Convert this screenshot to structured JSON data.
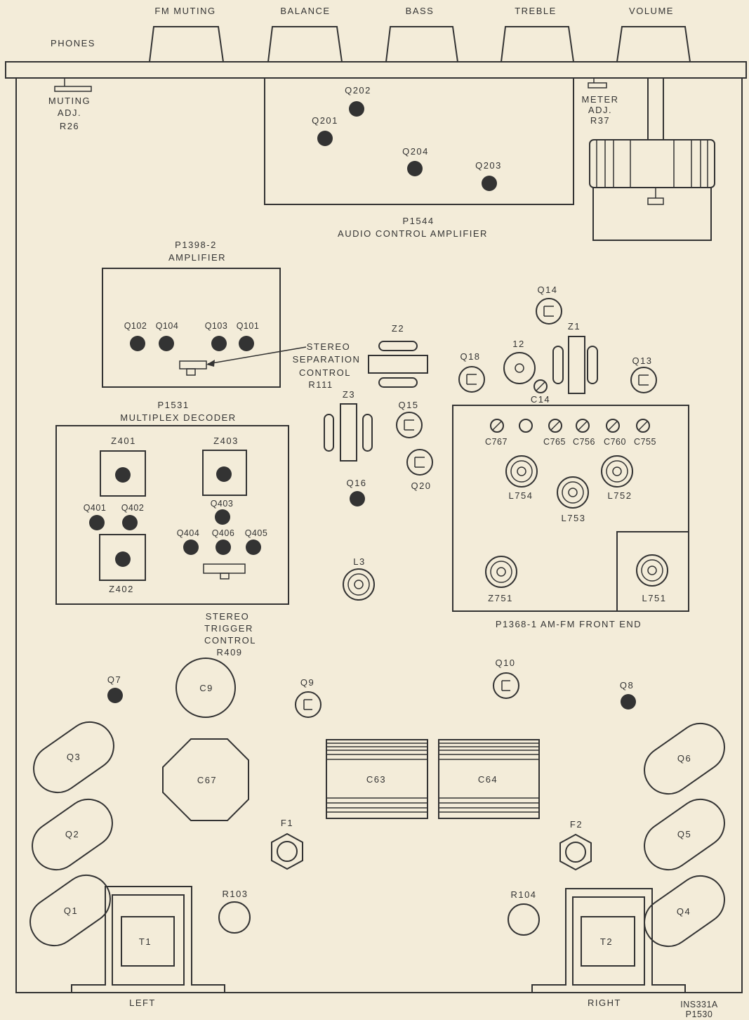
{
  "controls": {
    "phones": "PHONES",
    "knobs": [
      "FM MUTING",
      "BALANCE",
      "BASS",
      "TREBLE",
      "VOLUME"
    ]
  },
  "adjusters": {
    "muting": [
      "MUTING",
      "ADJ.",
      "R26"
    ],
    "meter": [
      "METER",
      "ADJ.",
      "R37"
    ]
  },
  "boards": {
    "audio_control": {
      "title": [
        "P1544",
        "AUDIO CONTROL AMPLIFIER"
      ],
      "transistors": [
        "Q202",
        "Q201",
        "Q204",
        "Q203"
      ]
    },
    "amplifier": {
      "title": [
        "P1398-2",
        "AMPLIFIER"
      ],
      "transistors": [
        "Q102",
        "Q104",
        "Q103",
        "Q101"
      ]
    },
    "stereo_separation": [
      "STEREO",
      "SEPARATION",
      "CONTROL",
      "R111"
    ],
    "multiplex": {
      "title": [
        "P1531",
        "MULTIPLEX DECODER"
      ],
      "parts": [
        "Z401",
        "Z403",
        "Q401",
        "Q402",
        "Q403",
        "Q404",
        "Q406",
        "Q405",
        "Z402"
      ]
    },
    "stereo_trigger": [
      "STEREO",
      "TRIGGER",
      "CONTROL",
      "R409"
    ],
    "front_end": {
      "title": "P1368-1  AM-FM FRONT END",
      "caps": [
        "C767",
        "C765",
        "C756",
        "C760",
        "C755"
      ],
      "coils": [
        "L754",
        "L753",
        "L752",
        "Z751",
        "L751"
      ]
    }
  },
  "middle_parts": [
    "Z2",
    "Z3",
    "Q15",
    "Q20",
    "Q16",
    "L3",
    "Q14",
    "Z1",
    "12",
    "Q18",
    "Q13",
    "C14"
  ],
  "lower_parts": [
    "Q7",
    "C9",
    "Q9",
    "Q10",
    "Q8",
    "C67",
    "C63",
    "C64",
    "F1",
    "F2",
    "R103",
    "R104",
    "T1",
    "T2"
  ],
  "power_transistors": [
    "Q3",
    "Q2",
    "Q1",
    "Q6",
    "Q5",
    "Q4"
  ],
  "bottom": {
    "left": "LEFT",
    "right": "RIGHT",
    "ref": [
      "INS331A",
      "P1530"
    ]
  }
}
